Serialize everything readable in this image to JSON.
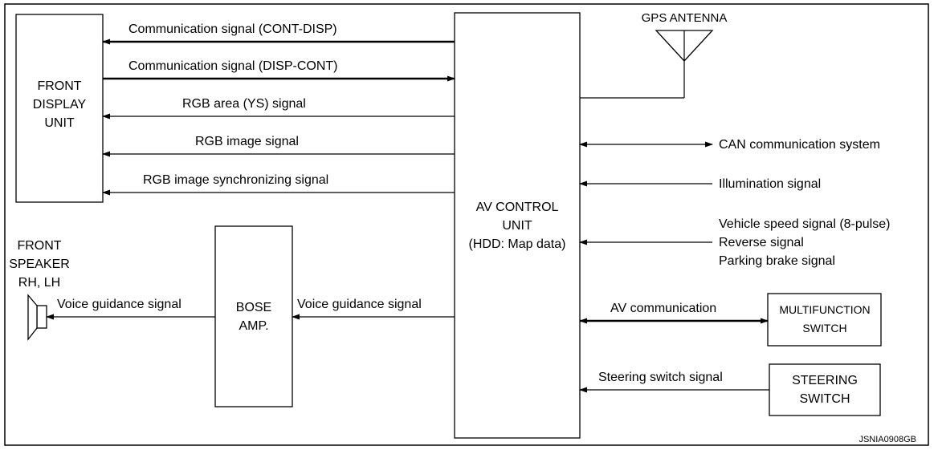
{
  "units": {
    "front_display": [
      "FRONT",
      "DISPLAY",
      "UNIT"
    ],
    "av_control": [
      "AV CONTROL",
      "UNIT",
      "(HDD: Map data)"
    ],
    "bose_amp": [
      "BOSE",
      "AMP."
    ],
    "front_speaker": [
      "FRONT",
      "SPEAKER",
      "RH, LH"
    ],
    "gps_antenna": "GPS ANTENNA",
    "multifunction_switch": [
      "MULTIFUNCTION",
      "SWITCH"
    ],
    "steering_switch": [
      "STEERING",
      "SWITCH"
    ]
  },
  "signals": {
    "cont_disp": "Communication signal (CONT-DISP)",
    "disp_cont": "Communication signal (DISP-CONT)",
    "rgb_area": "RGB area (YS) signal",
    "rgb_image": "RGB image signal",
    "rgb_sync": "RGB image synchronizing signal",
    "can": "CAN communication system",
    "illumination": "Illumination signal",
    "vehicle_speed": "Vehicle speed signal (8-pulse)",
    "reverse": "Reverse signal",
    "parking_brake": "Parking brake signal",
    "voice_amp": "Voice guidance signal",
    "voice_speaker": "Voice guidance signal",
    "av_comm": "AV communication",
    "steering": "Steering switch signal"
  },
  "figure_id": "JSNIA0908GB"
}
